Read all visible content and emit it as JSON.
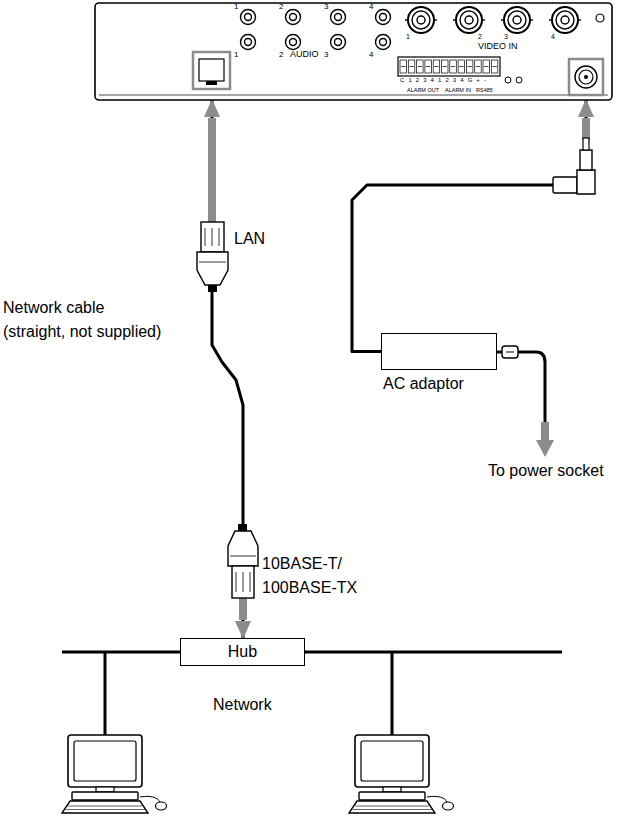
{
  "diagram": {
    "nodes": [
      {
        "text": [
          "AUDIO",
          "VIDEO IN"
        ]
      },
      {
        "text": [
          "AC adaptor"
        ]
      },
      {
        "text": [
          "Hub"
        ]
      }
    ],
    "edges": [
      {
        "from": 2,
        "to": 0,
        "arrow": "both"
      },
      {
        "from": 1,
        "to": 0,
        "arrow": "to"
      }
    ],
    "labels": [
      "1",
      "2",
      "3",
      "4",
      "1",
      "2",
      "3",
      "4",
      "1",
      "2",
      "3",
      "4",
      "C 1 2 3 4 1 2 3 4 G + -",
      "ALARM OUT",
      "ALARM IN",
      "RS485",
      "LAN",
      "Network cable (straight, not supplied)",
      "10BASE-T/ 100BASE-TX",
      "To power socket",
      "Network"
    ]
  }
}
